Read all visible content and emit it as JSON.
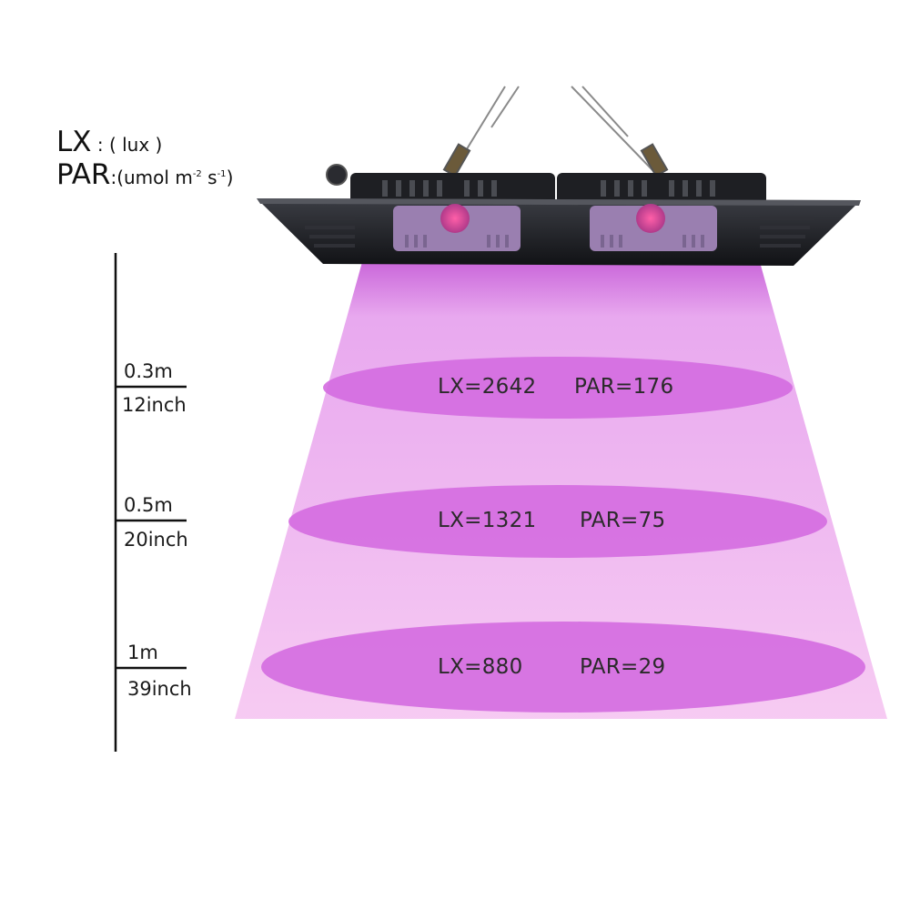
{
  "legend": {
    "lx": {
      "key": "LX",
      "separator": " : ",
      "unit": "( lux )"
    },
    "par": {
      "key": "PAR",
      "unit_prefix": ":(umol m",
      "unit_exp1": "-2",
      "unit_mid": " s",
      "unit_exp2": "-1",
      "unit_suffix": ")"
    }
  },
  "distances": [
    {
      "metric": "0.3m",
      "imperial": "12inch"
    },
    {
      "metric": "0.5m",
      "imperial": "20inch"
    },
    {
      "metric": "1m",
      "imperial": "39inch"
    }
  ],
  "readings": [
    {
      "lx": "LX=2642",
      "par": "PAR=176"
    },
    {
      "lx": "LX=1321",
      "par": "PAR=75"
    },
    {
      "lx": "LX=880",
      "par": "PAR=29"
    }
  ],
  "colors": {
    "beam": "#f3b6f0",
    "beam_dark": "#e27fe0",
    "ellipse": "#d56ddd",
    "lamp_body": "#1c1d21",
    "lamp_edge": "#3a3c42"
  },
  "icons": [
    "led-grow-light-icon",
    "hanging-cable-icon"
  ]
}
